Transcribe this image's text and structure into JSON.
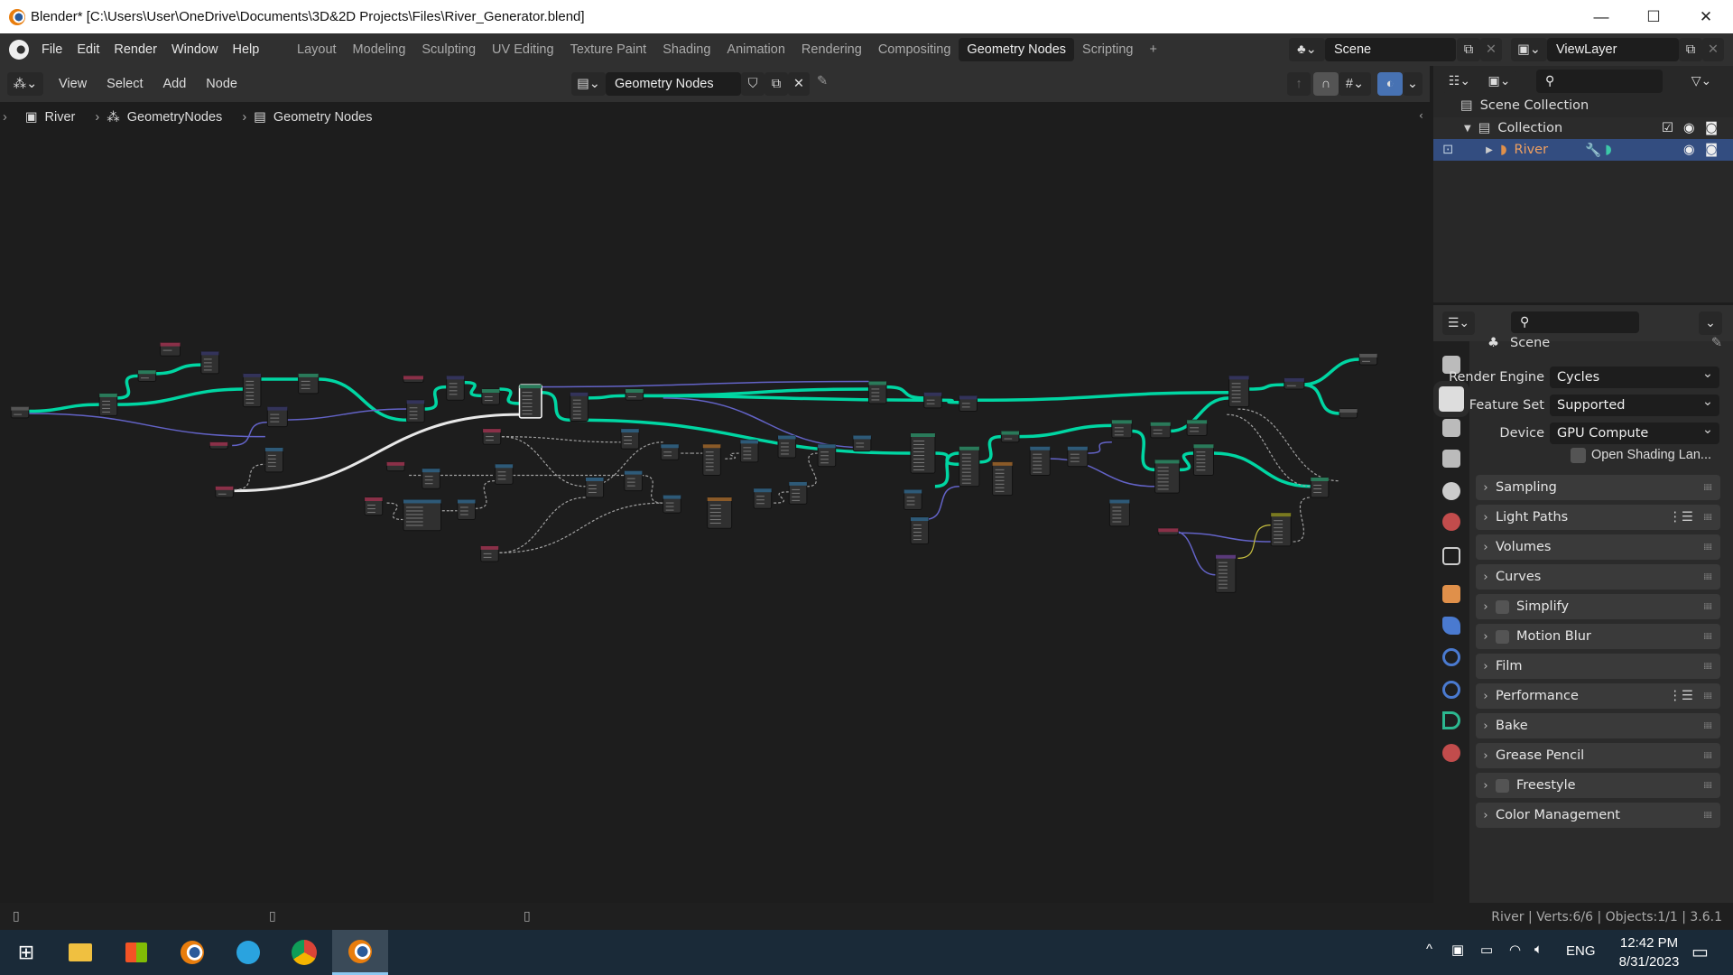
{
  "window": {
    "title": "Blender* [C:\\Users\\User\\OneDrive\\Documents\\3D&2D Projects\\Files\\River_Generator.blend]",
    "minimize": "—",
    "maximize": "☐",
    "close": "✕"
  },
  "menubar": {
    "items": [
      "File",
      "Edit",
      "Render",
      "Window",
      "Help"
    ],
    "workspaces": [
      "Layout",
      "Modeling",
      "Sculpting",
      "UV Editing",
      "Texture Paint",
      "Shading",
      "Animation",
      "Rendering",
      "Compositing",
      "Geometry Nodes",
      "Scripting"
    ],
    "active_workspace": "Geometry Nodes",
    "add_workspace": "+",
    "scene": "Scene",
    "view_layer": "ViewLayer"
  },
  "node_header": {
    "menus": [
      "View",
      "Select",
      "Add",
      "Node"
    ],
    "node_tree": "Geometry Nodes"
  },
  "breadcrumb": [
    "River",
    "GeometryNodes",
    "Geometry Nodes"
  ],
  "outliner": {
    "scene_collection": "Scene Collection",
    "collection": "Collection",
    "object": "River"
  },
  "properties": {
    "context": "Scene",
    "render_engine_label": "Render Engine",
    "render_engine": "Cycles",
    "feature_set_label": "Feature Set",
    "feature_set": "Supported",
    "device_label": "Device",
    "device": "GPU Compute",
    "osl_label": "Open Shading Lan...",
    "panels": [
      {
        "label": "Sampling"
      },
      {
        "label": "Light Paths",
        "presets": true
      },
      {
        "label": "Volumes"
      },
      {
        "label": "Curves"
      },
      {
        "label": "Simplify",
        "checkbox": true
      },
      {
        "label": "Motion Blur",
        "checkbox": true
      },
      {
        "label": "Film"
      },
      {
        "label": "Performance",
        "presets": true
      },
      {
        "label": "Bake"
      },
      {
        "label": "Grease Pencil"
      },
      {
        "label": "Freestyle",
        "checkbox": true
      },
      {
        "label": "Color Management"
      }
    ]
  },
  "status": {
    "text": "River | Verts:6/6 | Objects:1/1 | 3.6.1"
  },
  "taskbar": {
    "language": "ENG",
    "time": "12:42 PM",
    "date": "8/31/2023"
  },
  "colors": {
    "geometry_link": "#00d6a3",
    "field_link": "#6363c7",
    "float_link": "#a1a1a1",
    "accent": "#4772b3",
    "selected_row": "#334d80"
  }
}
